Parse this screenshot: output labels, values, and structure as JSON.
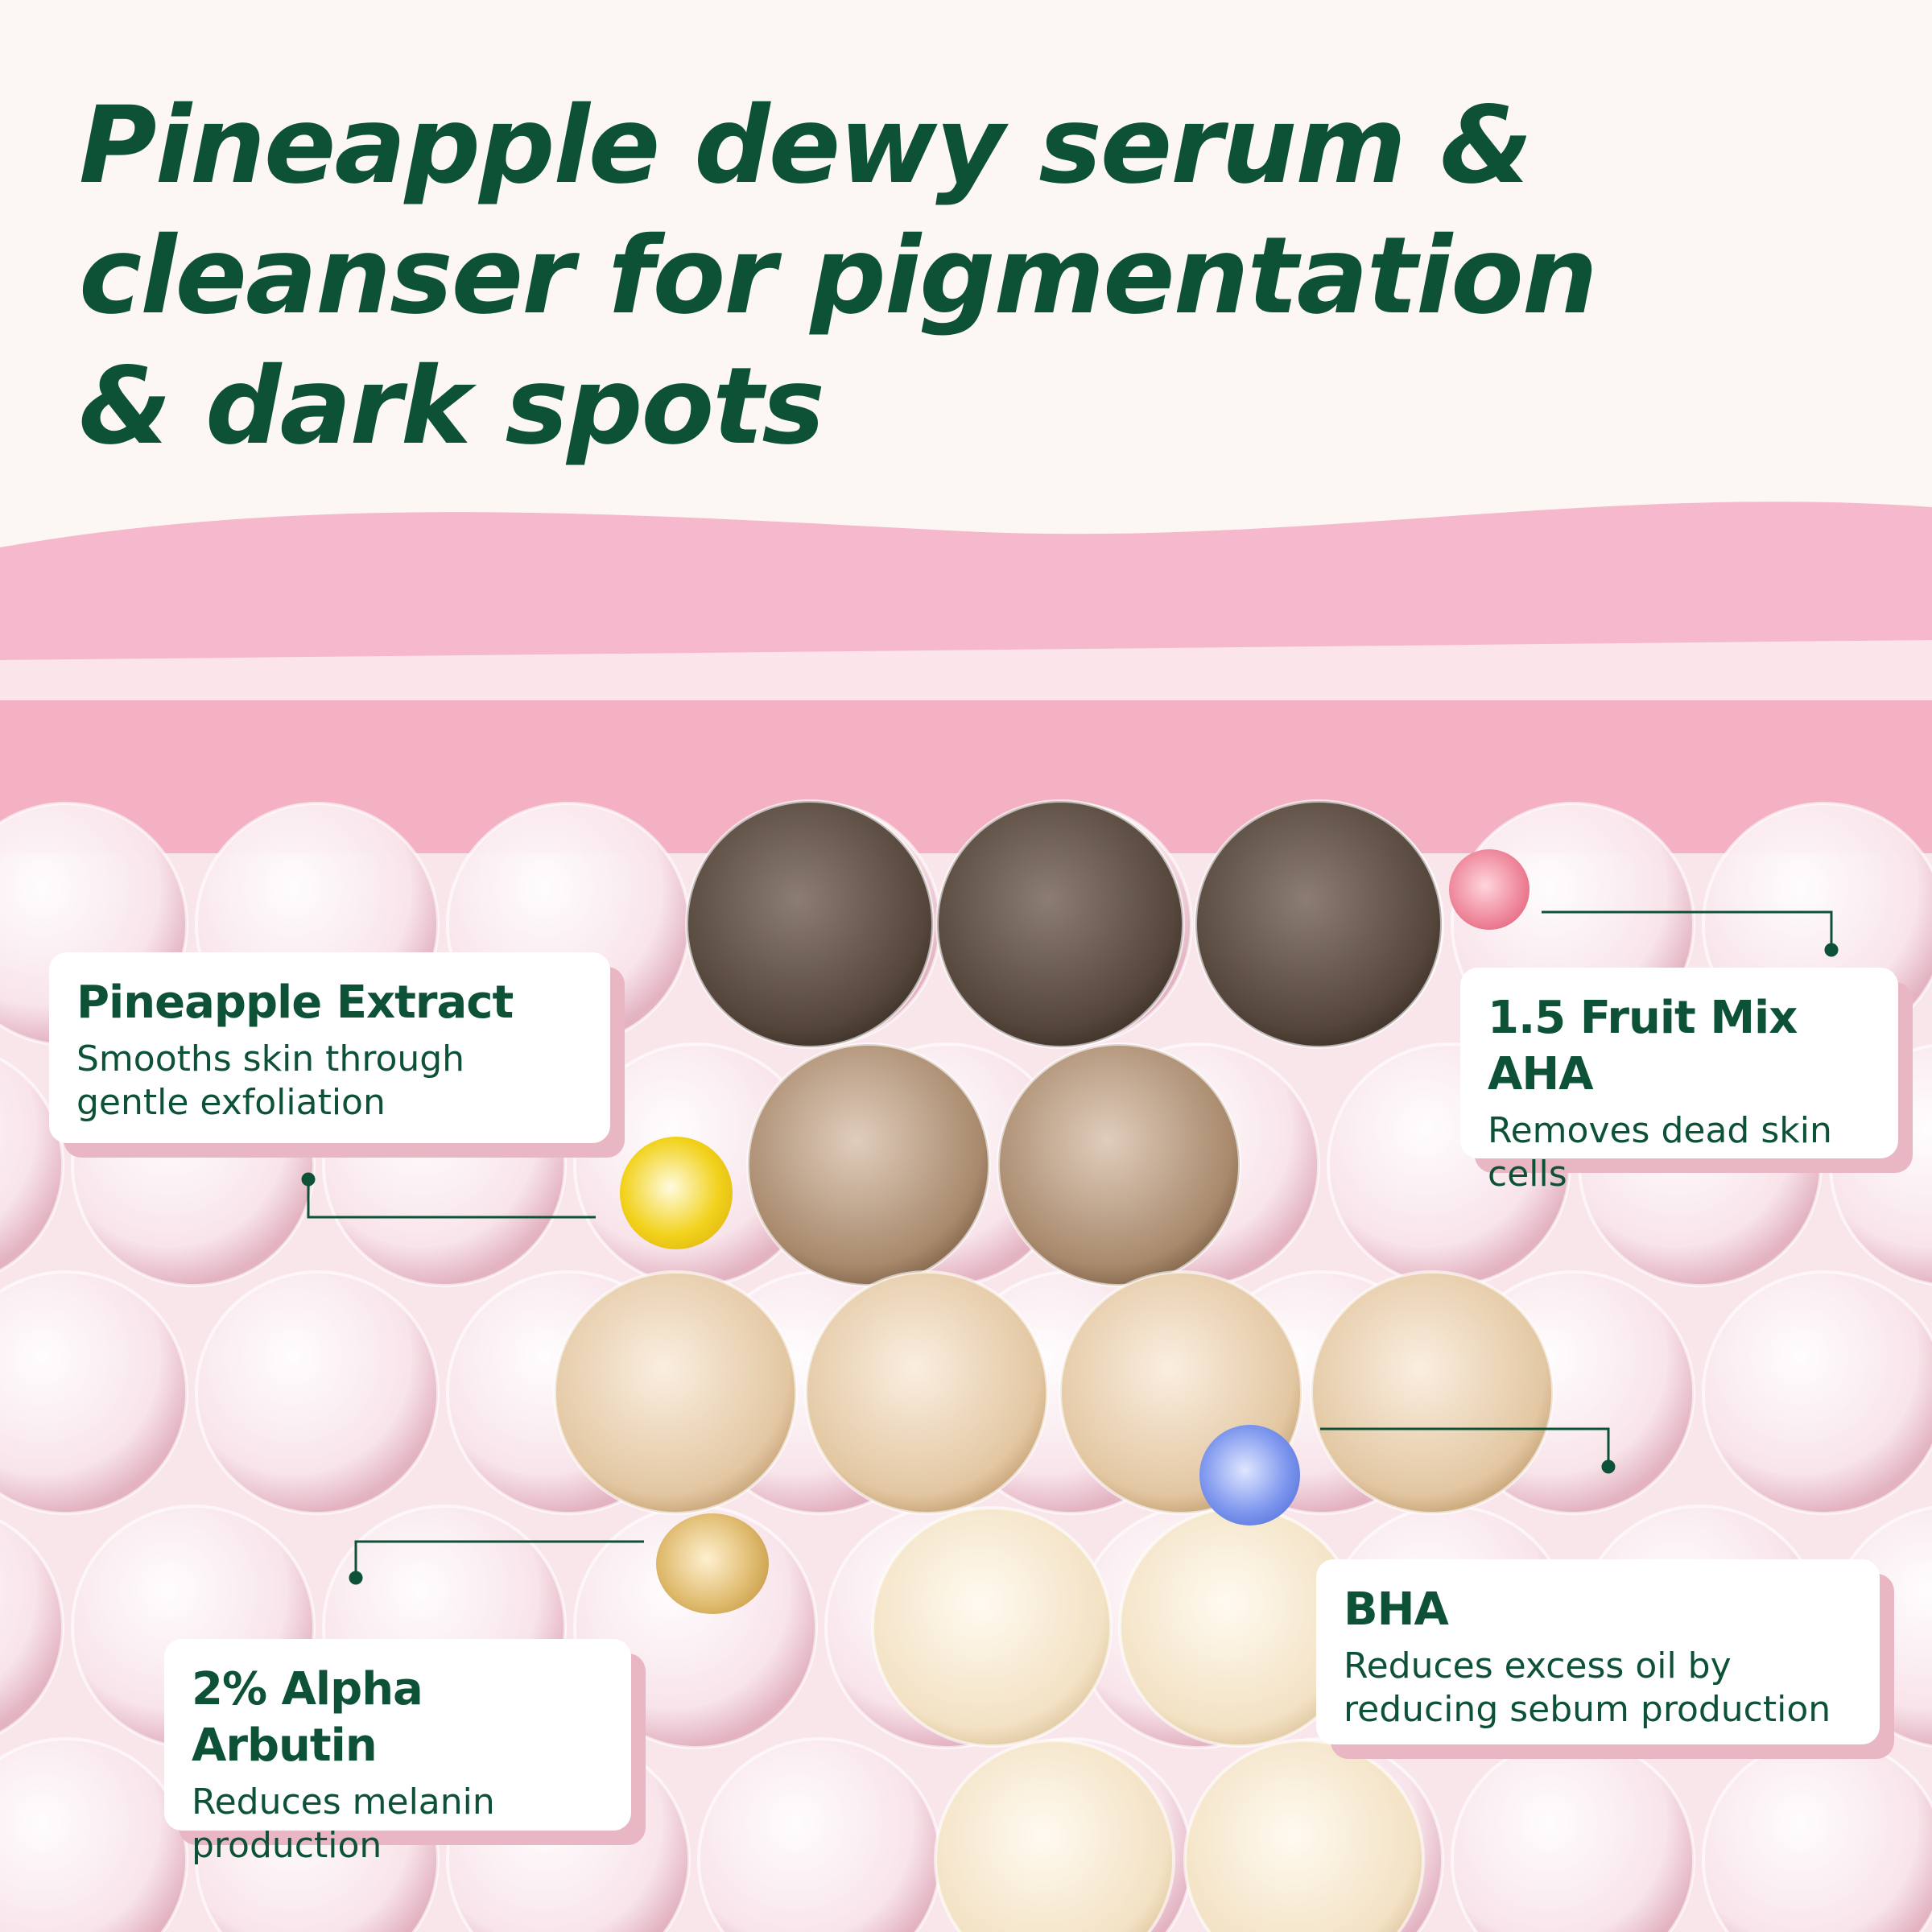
{
  "title": {
    "lines": [
      "Pineapple dewy serum &",
      "cleanser for pigmentation",
      "& dark spots"
    ]
  },
  "ingredients": [
    {
      "name": "Pineapple Extract",
      "desc": "Smooths skin through gentle exfoliation",
      "color": "#f2d21c"
    },
    {
      "name": "1.5 Fruit Mix AHA",
      "desc": "Removes dead skin cells",
      "color": "#ec7d92"
    },
    {
      "name": "2% Alpha Arbutin",
      "desc": "Reduces melanin production",
      "color": "#c99a3a"
    },
    {
      "name": "BHA",
      "desc": "Reduces excess oil by reducing sebum production",
      "color": "#5a7be0"
    }
  ],
  "colors": {
    "text": "#0d5236",
    "pink": "#f5b8cc",
    "dark": "#5a4a3e",
    "medium": "#9a7a60",
    "tan": "#d9b890",
    "light": "#f0dcbc"
  }
}
